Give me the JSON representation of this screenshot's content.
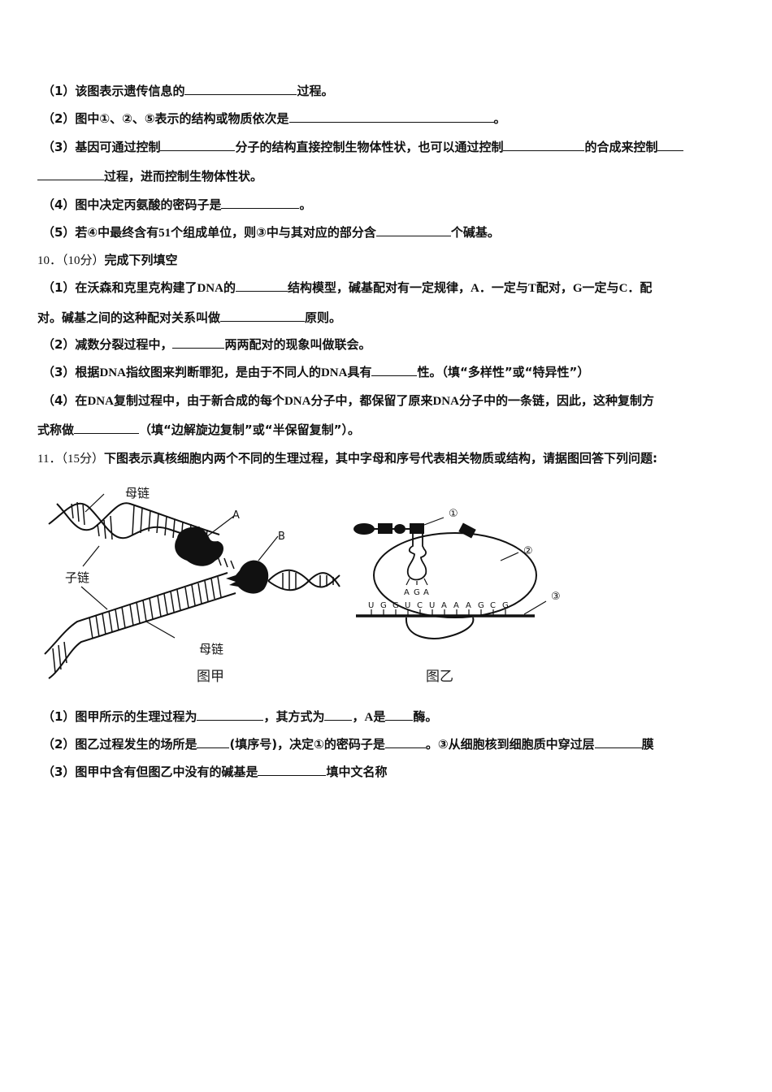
{
  "q9_parts": {
    "p1": {
      "pre": "（1）该图表示遗传信息的",
      "post": "过程。"
    },
    "p2": {
      "pre": "（2）图中①、②、⑤表示的结构或物质依次是",
      "post": "。"
    },
    "p3": {
      "pre": "（3）基因可通过控制",
      "mid1": "分子的结构直接控制生物体性状，也可以通过控制",
      "mid2": "的合成来控制",
      "post": "过程，进而控制生物体性状。"
    },
    "p4": {
      "pre": "（4）图中决定丙氨酸的密码子是",
      "post": "。"
    },
    "p5": {
      "pre": "（5）若④中最终含有",
      "num": "51",
      "mid": "个组成单位，则③中与其对应的部分含",
      "post": "个碱基。"
    }
  },
  "q10": {
    "number": "10．",
    "points": "（10分）",
    "title": "完成下列填空",
    "p1": {
      "pre": "（1）在沃森和克里克构建了",
      "dna": "DNA",
      "mid1": "的",
      "mid2": "结构模型，碱基配对有一定规律，",
      "a": "A．",
      "mid3": "一定与",
      "t": "T",
      "mid4": "配对，",
      "g": "G",
      "mid5": "一定与",
      "c": "C．",
      "mid6": "配",
      "line2_pre": "对。碱基之间的这种配对关系叫做",
      "line2_post": "原则。"
    },
    "p2": {
      "pre": "（2）减数分裂过程中，",
      "post": "两两配对的现象叫做联会。"
    },
    "p3": {
      "pre": "（3）根据",
      "dna1": "DNA",
      "mid1": "指纹图来判断罪犯，是由于不同人的",
      "dna2": "DNA",
      "mid2": "具有",
      "post": "性。（填“多样性”或“特异性”）"
    },
    "p4": {
      "pre": "（4）在",
      "dna1": "DNA",
      "mid1": "复制过程中，由于新合成的每个",
      "dna2": "DNA",
      "mid2": "分子中，都保留了原来",
      "dna3": "DNA",
      "mid3": "分子中的一条链，因此，这种复制方",
      "line2_pre": "式称做",
      "line2_post": "（填“边解旋边复制”或“半保留复制”）。"
    }
  },
  "q11": {
    "number": "11．",
    "points": "（15分）",
    "title": "下图表示真核细胞内两个不同的生理过程，其中字母和序号代表相关物质或结构，请据图回答下列问题:",
    "figure_jia": {
      "caption": "图甲",
      "labels": {
        "parent_top": "母链",
        "daughter": "子链",
        "parent_bottom": "母链",
        "A": "A",
        "B": "B"
      }
    },
    "figure_yi": {
      "caption": "图乙",
      "labels": {
        "c1": "①",
        "c2": "②",
        "c3": "③"
      },
      "anticodon": [
        "A",
        "G",
        "A"
      ],
      "mrna": [
        "U",
        "G",
        "G",
        "U",
        "C",
        "U",
        "A",
        "A",
        "A",
        "G",
        "C",
        "G"
      ]
    },
    "p1": {
      "pre": "（1）图甲所示的生理过程为",
      "mid1": "，其方式为",
      "mid2": "，",
      "a": "A",
      "mid3": "是",
      "post": "酶。"
    },
    "p2": {
      "pre": "（2）图乙过程发生的场所是",
      "mid1": "(填序号)，决定①的密码子是",
      "mid2": "。③从细胞核到细胞质中穿过层",
      "post": "膜"
    },
    "p3": {
      "pre": "（3）图甲中含有但图乙中没有的碱基是",
      "post": "填中文名称"
    }
  }
}
